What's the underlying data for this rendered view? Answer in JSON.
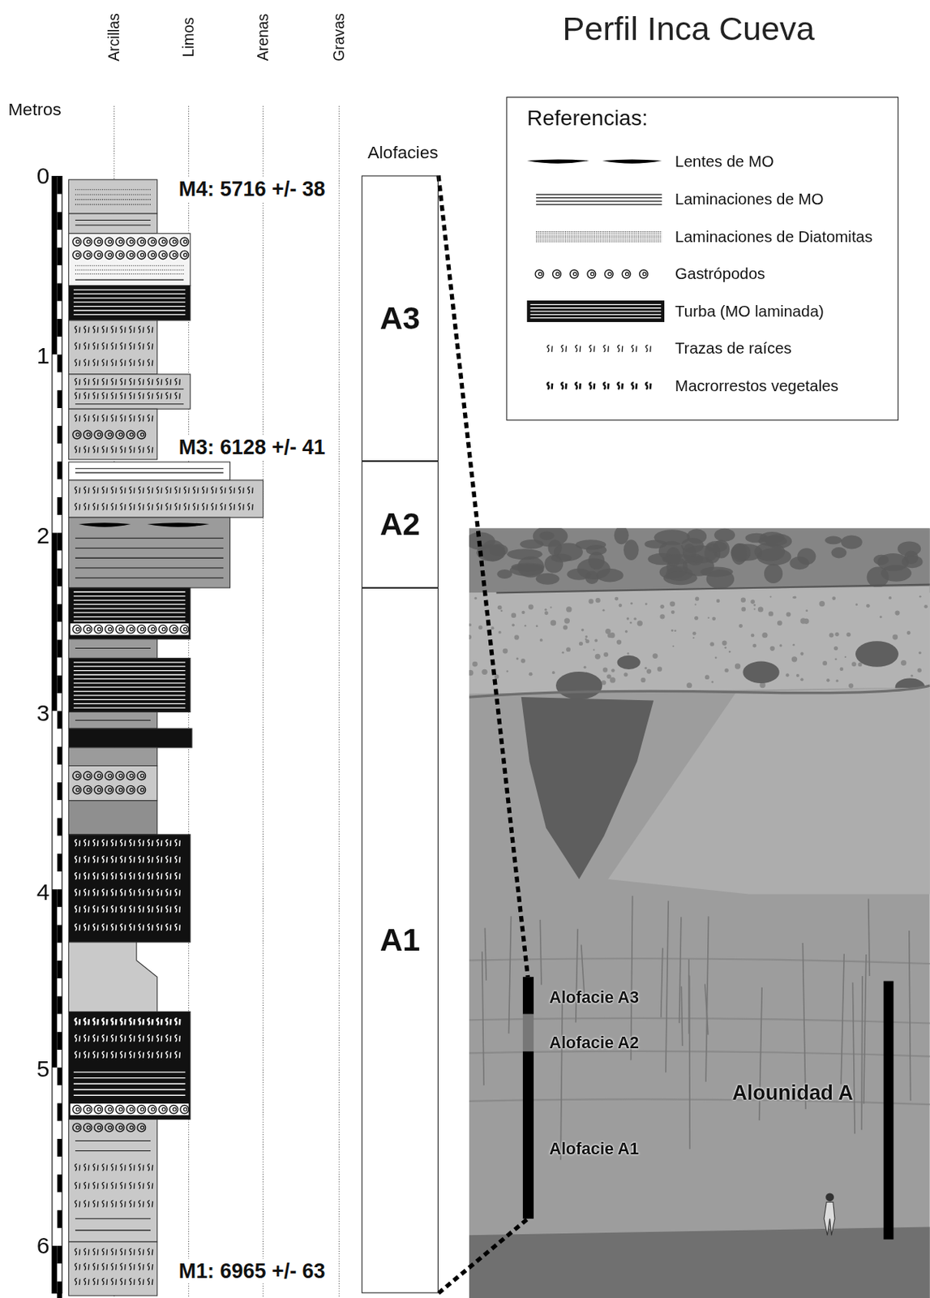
{
  "diagram": {
    "title": "Perfil Inca Cueva",
    "nodes": [
      {
        "text": [
          "Referencias:"
        ]
      },
      {
        "text": [
          "A3"
        ]
      },
      {
        "text": [
          "A2"
        ]
      },
      {
        "text": [
          "A1"
        ]
      }
    ],
    "labels": [
      "Arcillas",
      "Limos",
      "Arenas",
      "Gravas",
      "Metros",
      "0",
      "1",
      "2",
      "3",
      "4",
      "5",
      "6",
      "Alofacies",
      "M4: 5716 +/- 38",
      "M3: 6128 +/- 41",
      "M1: 6965 +/- 63",
      "Alofacie A3",
      "Alofacie A2",
      "Alofacie A1",
      "Alounidad A"
    ],
    "legend": [
      {
        "text": "Lentes de MO"
      },
      {
        "text": "Laminaciones de MO"
      },
      {
        "text": "Laminaciones de Diatomitas"
      },
      {
        "text": "Gastrópodos"
      },
      {
        "text": "Turba (MO laminada)"
      },
      {
        "text": "Trazas de raíces"
      },
      {
        "text": "Macrorrestos vegetales"
      }
    ]
  }
}
